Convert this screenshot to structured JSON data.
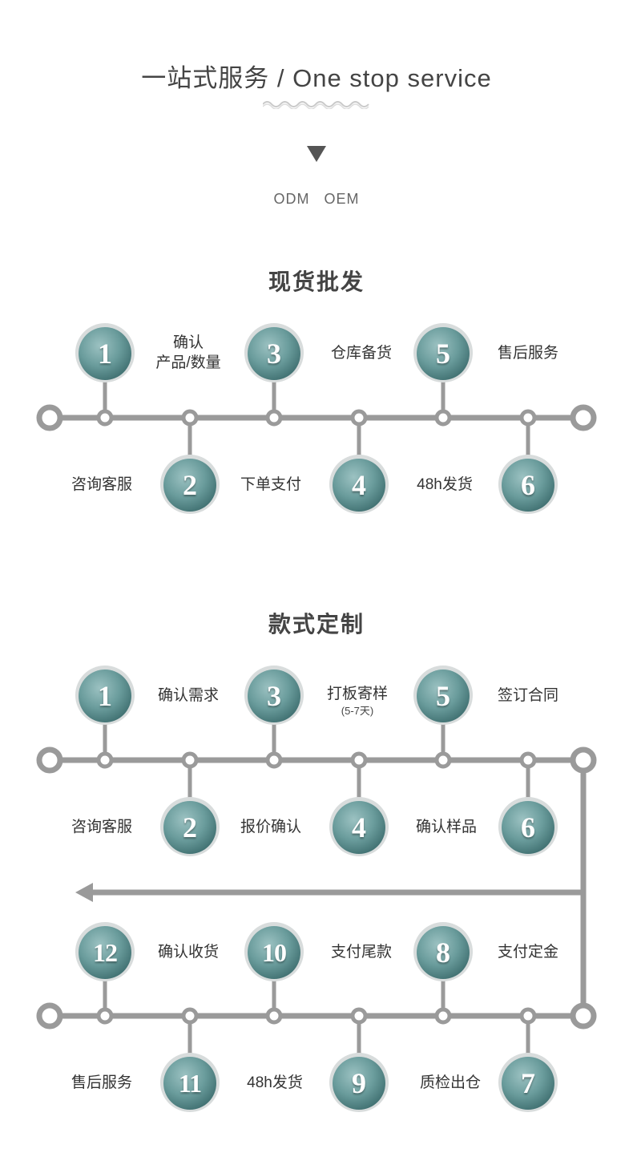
{
  "header": {
    "title": "一站式服务 / One stop service",
    "subtitle": "ODM   OEM"
  },
  "colors": {
    "line": "#9a9a9a",
    "badge": "#6a9c9c",
    "badge_dark": "#3f6f70",
    "badge_ring": "#d8dcdc"
  },
  "sections": [
    {
      "title": "现货批发",
      "steps": [
        {
          "num": "1",
          "label": "确认",
          "label2": "产品/数量"
        },
        {
          "num": "2",
          "label": "咨询客服"
        },
        {
          "num": "3",
          "label": "仓库备货"
        },
        {
          "num": "4",
          "label": "下单支付"
        },
        {
          "num": "5",
          "label": "售后服务"
        },
        {
          "num": "6",
          "label": "48h发货"
        }
      ]
    },
    {
      "title": "款式定制",
      "steps": [
        {
          "num": "1",
          "label": "确认需求"
        },
        {
          "num": "2",
          "label": "咨询客服"
        },
        {
          "num": "3",
          "label": "打板寄样",
          "sub": "(5-7天)"
        },
        {
          "num": "4",
          "label": "报价确认"
        },
        {
          "num": "5",
          "label": "签订合同"
        },
        {
          "num": "6",
          "label": "确认样品"
        },
        {
          "num": "7",
          "label": "质检出仓"
        },
        {
          "num": "8",
          "label": "支付定金"
        },
        {
          "num": "9",
          "label": "48h发货"
        },
        {
          "num": "10",
          "label": "支付尾款"
        },
        {
          "num": "11",
          "label": "售后服务"
        },
        {
          "num": "12",
          "label": "确认收货"
        }
      ]
    }
  ]
}
